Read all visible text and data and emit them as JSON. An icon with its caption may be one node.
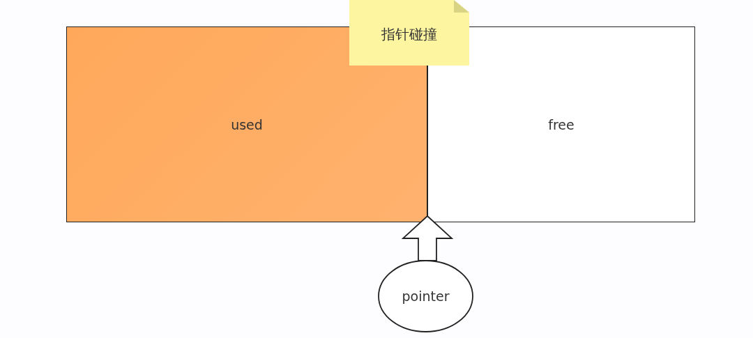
{
  "diagram": {
    "nodes": [
      {
        "text": [
          "used"
        ]
      },
      {
        "text": [
          "free"
        ]
      },
      {
        "text": [
          "指针碰撞"
        ]
      },
      {
        "text": [
          "pointer"
        ]
      }
    ],
    "edges": [
      {
        "from": 3,
        "to": 0,
        "arrow": "to"
      }
    ]
  }
}
